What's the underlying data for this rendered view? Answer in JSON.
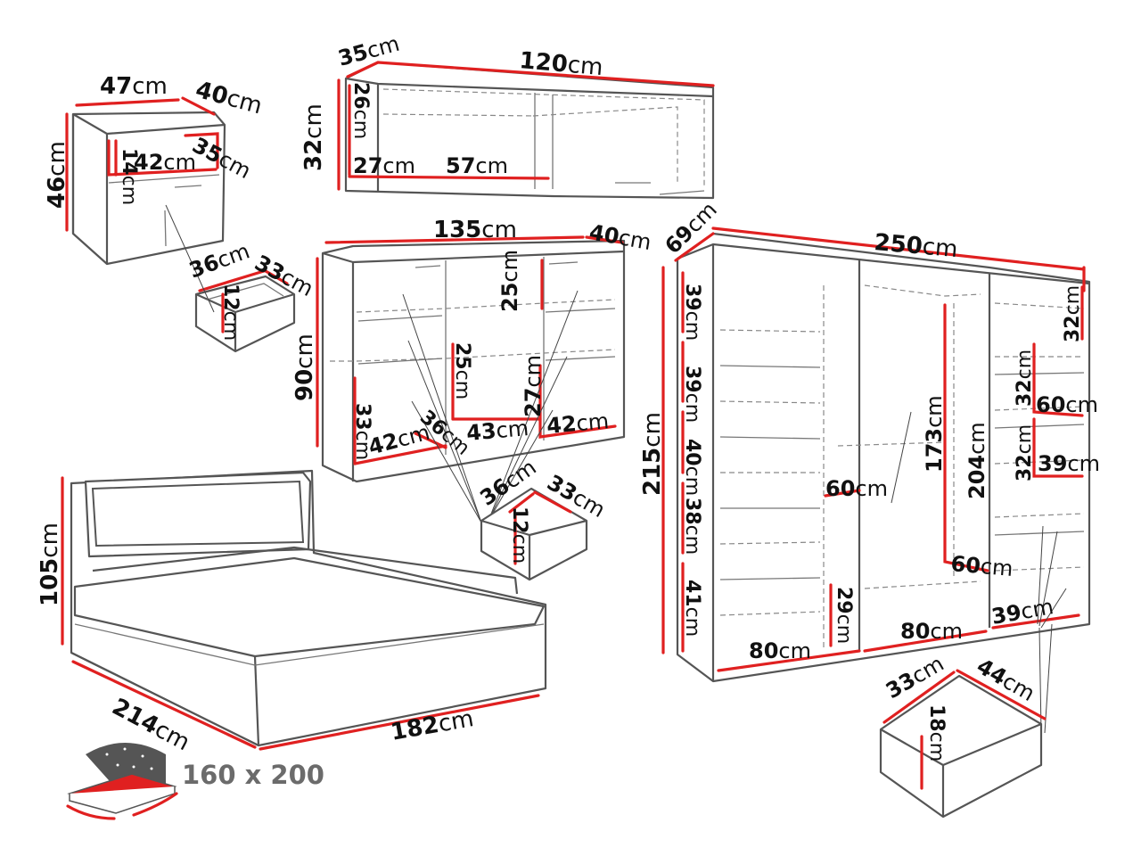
{
  "unit": "cm",
  "colors": {
    "dimension_line": "#e02020",
    "outline": "#555555",
    "text": "#111111",
    "mattress_label": "#6b6b6b"
  },
  "bed_size_label": "160 x 200",
  "labels": {
    "nightstand": [
      "47",
      "40",
      "46",
      "35",
      "42",
      "14"
    ],
    "nightstand_drawer": [
      "36",
      "33",
      "12"
    ],
    "wall_cabinet": [
      "35",
      "120",
      "32",
      "26",
      "27",
      "57"
    ],
    "sideboard": [
      "135",
      "40",
      "90",
      "25",
      "25",
      "27",
      "33",
      "42",
      "36",
      "43",
      "42"
    ],
    "sideboard_drawer": [
      "36",
      "33",
      "12"
    ],
    "bed": [
      "105",
      "214",
      "182"
    ],
    "wardrobe": [
      "69",
      "250",
      "215",
      "39",
      "39",
      "40",
      "38",
      "41",
      "32",
      "32",
      "60",
      "32",
      "39",
      "173",
      "204",
      "60",
      "60",
      "29",
      "80",
      "80",
      "39"
    ],
    "wardrobe_drawer": [
      "33",
      "44",
      "18"
    ]
  }
}
